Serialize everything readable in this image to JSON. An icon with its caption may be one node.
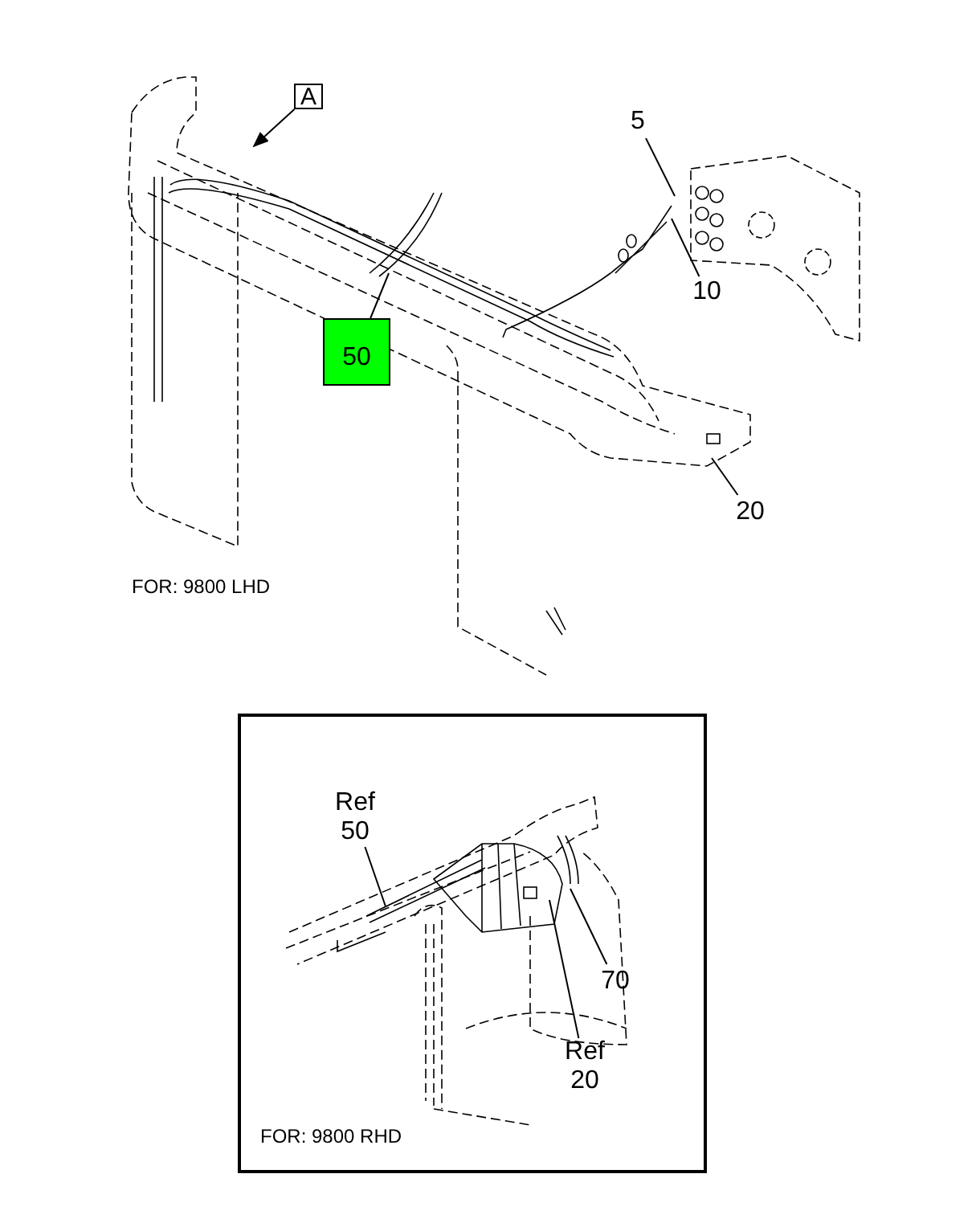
{
  "diagram": {
    "nodes": [
      {
        "text": [
          "A"
        ]
      },
      {
        "text": [
          "5"
        ]
      },
      {
        "text": [
          "10"
        ]
      },
      {
        "text": [
          "50"
        ]
      },
      {
        "text": [
          "20"
        ]
      },
      {
        "text": [
          "FOR: 9800 RHD"
        ]
      },
      {
        "text": [
          "Ref 50"
        ],
        "in": 5
      },
      {
        "text": [
          "70"
        ],
        "in": 5
      },
      {
        "text": [
          "Ref 20"
        ],
        "in": 5
      }
    ],
    "edges": [
      {
        "from": 0,
        "to": null,
        "arrow": "to"
      },
      {
        "from": 1,
        "to": null,
        "arrow": "none"
      },
      {
        "from": 2,
        "to": null,
        "arrow": "none"
      },
      {
        "from": 3,
        "to": null,
        "arrow": "none"
      },
      {
        "from": 4,
        "to": null,
        "arrow": "none"
      },
      {
        "from": 6,
        "to": null,
        "arrow": "none"
      },
      {
        "from": 7,
        "to": null,
        "arrow": "none"
      },
      {
        "from": 8,
        "to": null,
        "arrow": "none"
      }
    ],
    "labels": [
      "FOR: 9800 LHD"
    ]
  }
}
